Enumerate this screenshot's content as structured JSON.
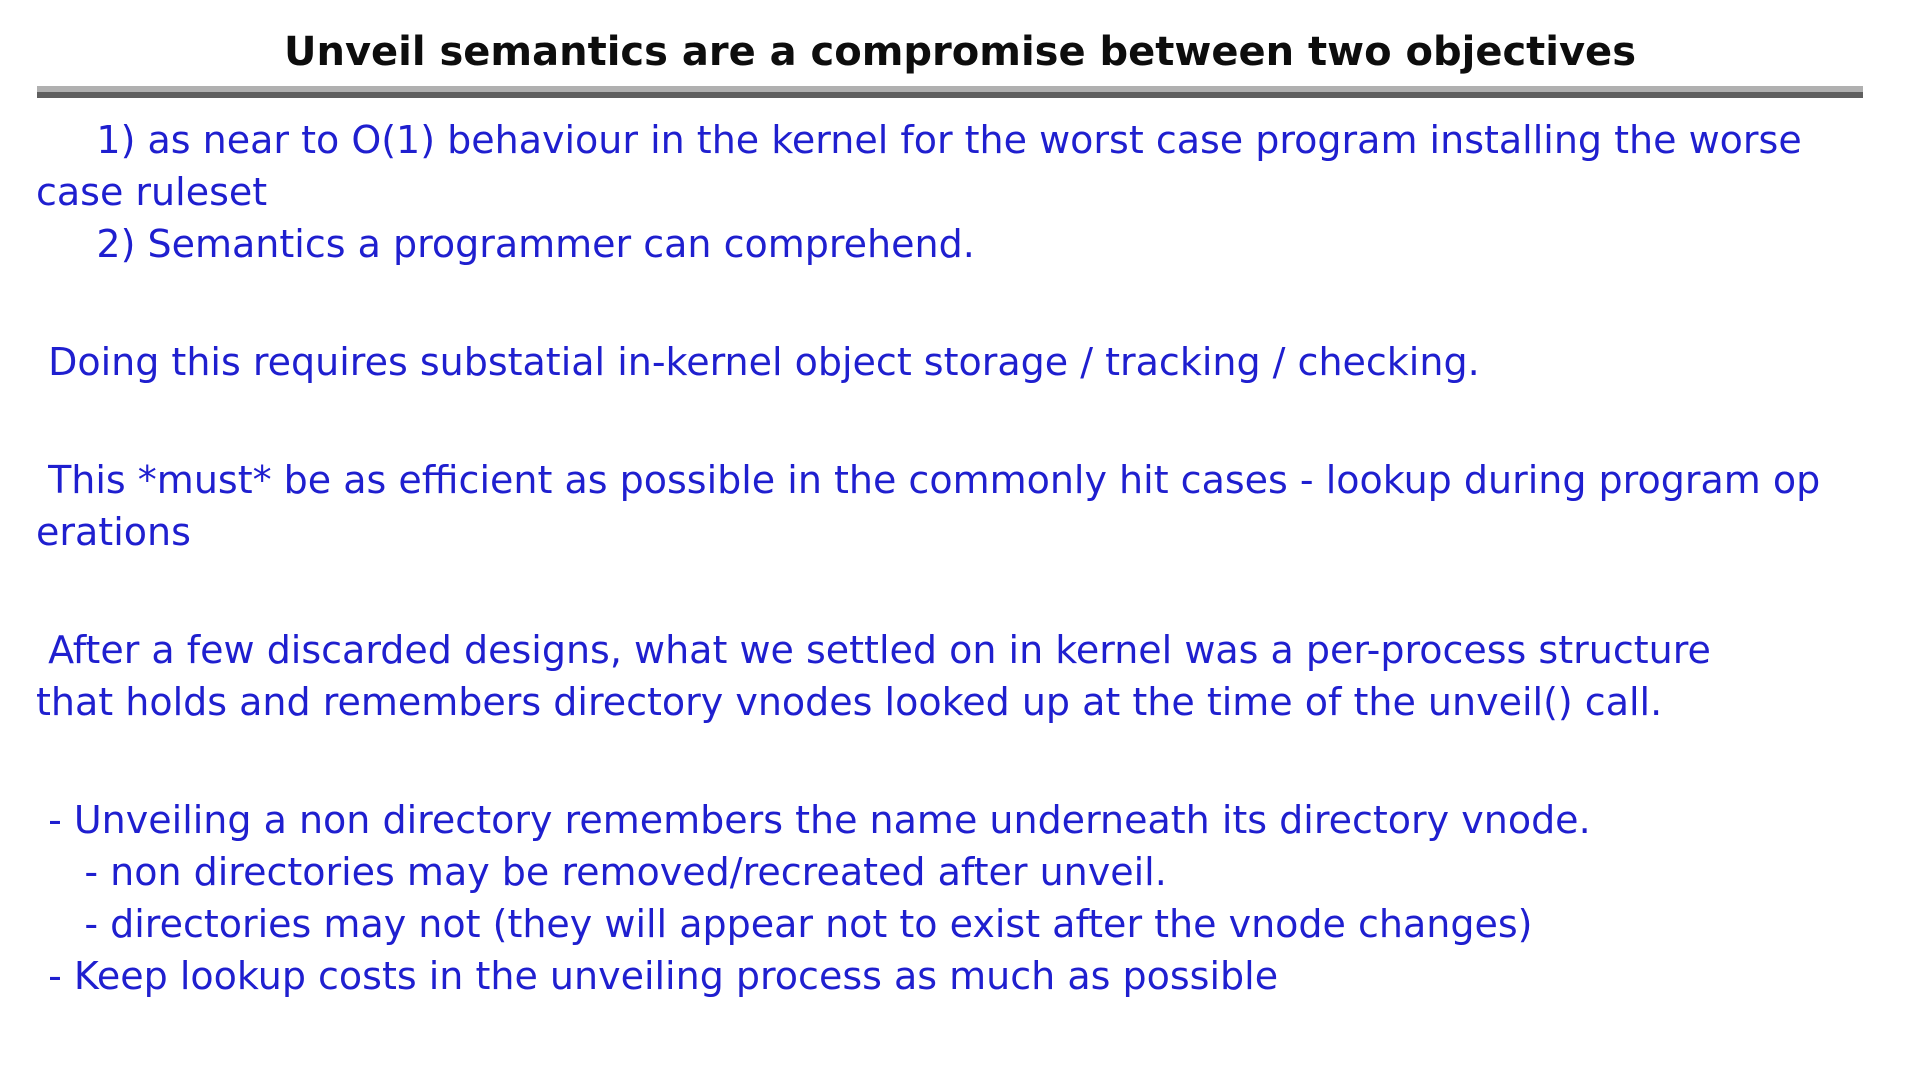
{
  "slide": {
    "title": "Unveil semantics are a compromise between two objectives",
    "colors": {
      "background": "#ffffff",
      "title_text": "#0d0d0d",
      "body_text": "#1f1fcf",
      "divider_light": "#b0b0b0",
      "divider_dark": "#5f5f5f"
    },
    "body_lines": [
      "     1) as near to O(1) behaviour in the kernel for the worst case program installing the worse",
      "case ruleset",
      "     2) Semantics a programmer can comprehend.",
      "",
      " Doing this requires substatial in-kernel object storage / tracking / checking.",
      "",
      " This *must* be as efficient as possible in the commonly hit cases - lookup during program op",
      "erations",
      "",
      " After a few discarded designs, what we settled on in kernel was a per-process structure",
      "that holds and remembers directory vnodes looked up at the time of the unveil() call.",
      "",
      " - Unveiling a non directory remembers the name underneath its directory vnode.",
      "    - non directories may be removed/recreated after unveil.",
      "    - directories may not (they will appear not to exist after the vnode changes)",
      " - Keep lookup costs in the unveiling process as much as possible"
    ]
  }
}
